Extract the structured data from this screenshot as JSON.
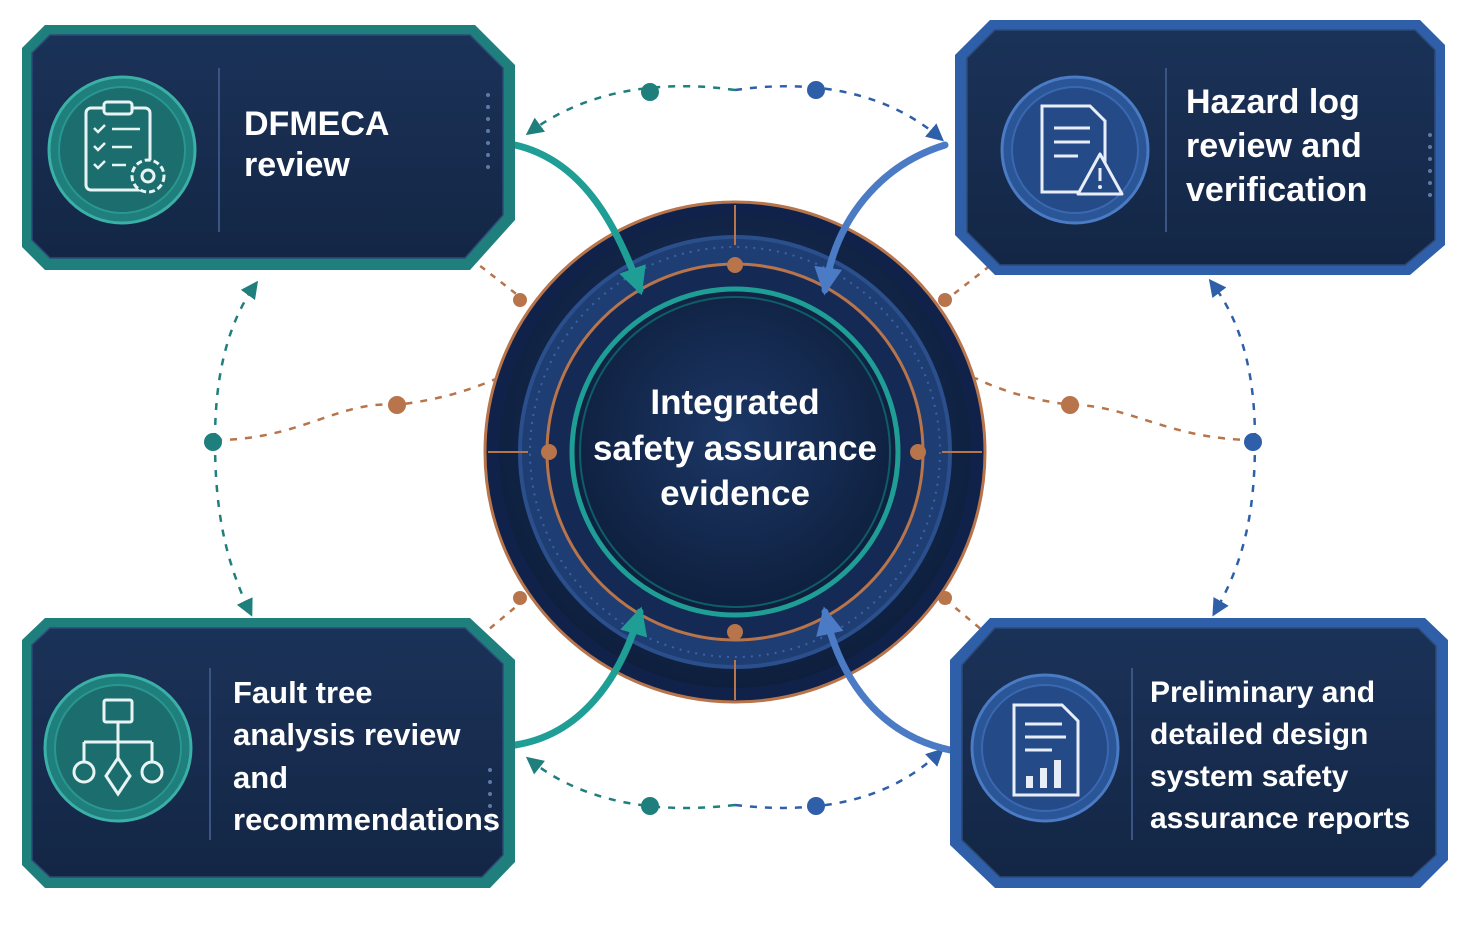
{
  "center": {
    "lines": [
      "Integrated",
      "safety assurance",
      "evidence"
    ]
  },
  "cards": {
    "dfmeca": {
      "lines": [
        "DFMECA",
        "review"
      ],
      "icon": "clipboard-gear-icon",
      "accent": "#1f7f7c"
    },
    "hazard": {
      "lines": [
        "Hazard log",
        "review and",
        "verification"
      ],
      "icon": "document-warning-icon",
      "accent": "#2f5fa8"
    },
    "fault_tree": {
      "lines": [
        "Fault tree",
        "analysis review",
        "and",
        "recommendations"
      ],
      "icon": "fault-tree-icon",
      "accent": "#1f7f7c"
    },
    "design_reports": {
      "lines": [
        "Preliminary and",
        "detailed design",
        "system safety",
        "assurance reports"
      ],
      "icon": "report-chart-icon",
      "accent": "#2f5fa8"
    }
  },
  "colors": {
    "navy": "#142a4c",
    "teal": "#1f7f7c",
    "blue": "#2f5fa8",
    "copper": "#b8744a"
  }
}
